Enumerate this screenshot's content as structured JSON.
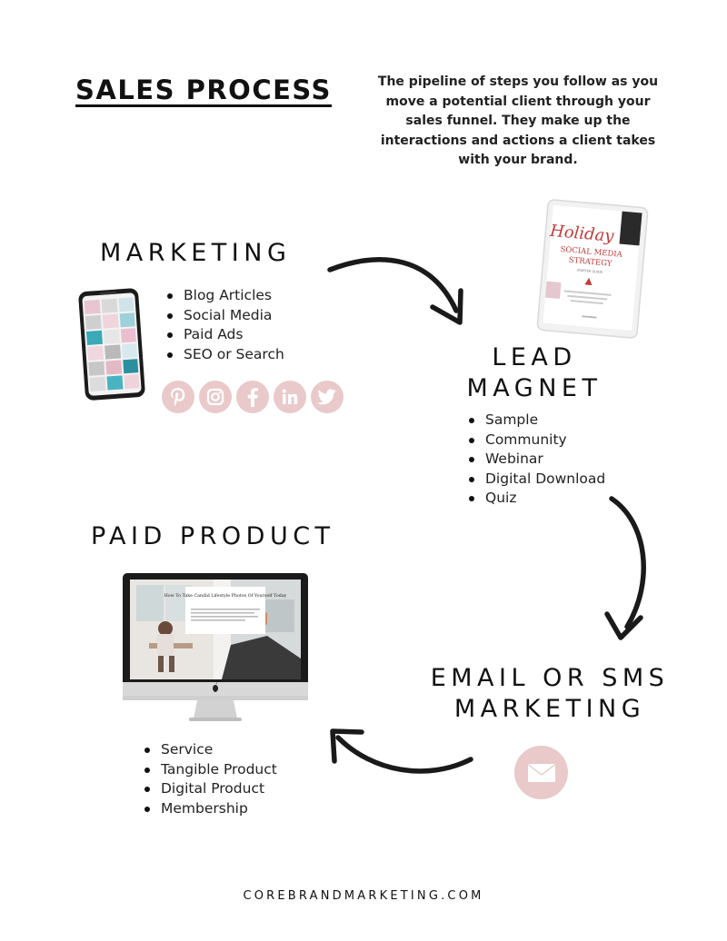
{
  "header": {
    "title": "SALES PROCESS",
    "intro": "The pipeline of steps you follow as you move a potential client through your sales funnel. They make up the interactions and actions a client takes with your brand."
  },
  "marketing": {
    "title": "MARKETING",
    "items": [
      "Blog Articles",
      "Social Media",
      "Paid Ads",
      "SEO or Search"
    ],
    "social_icons": [
      "pinterest-icon",
      "instagram-icon",
      "facebook-icon",
      "linkedin-icon",
      "twitter-icon"
    ]
  },
  "lead_magnet": {
    "title_line1": "LEAD",
    "title_line2": "MAGNET",
    "items": [
      "Sample",
      "Community",
      "Webinar",
      "Digital Download",
      "Quiz"
    ],
    "ebook": {
      "script": "Holiday",
      "line1": "SOCIAL MEDIA",
      "line2": "STRATEGY",
      "line3": "STARTER GUIDE"
    }
  },
  "email": {
    "title_line1": "EMAIL OR SMS",
    "title_line2": "MARKETING",
    "icon": "envelope-icon"
  },
  "paid_product": {
    "title": "PAID PRODUCT",
    "items": [
      "Service",
      "Tangible Product",
      "Digital Product",
      "Membership"
    ],
    "screen_heading": "How To Take Candid Lifestyle Photos Of Yourself Today"
  },
  "footer": {
    "text": "COREBRANDMARKETING.COM"
  },
  "colors": {
    "accent_pink": "#e9c9c9",
    "text": "#111111"
  }
}
